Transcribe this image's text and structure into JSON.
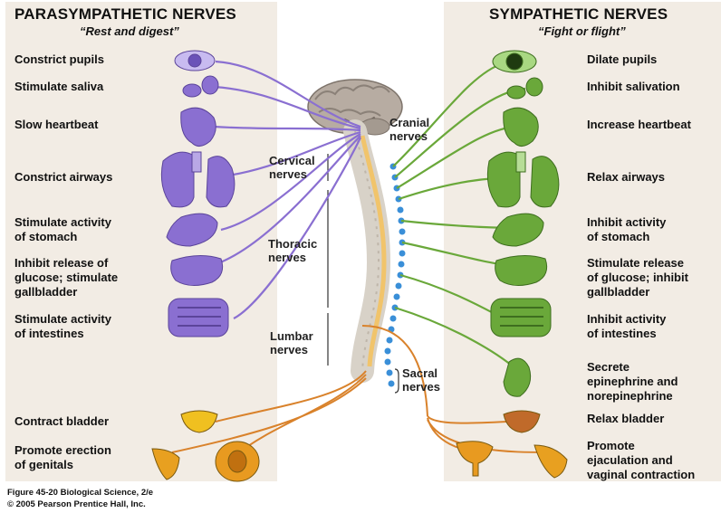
{
  "parasympathetic": {
    "title": "PARASYMPATHETIC NERVES",
    "subtitle": "“Rest and digest”",
    "effects": [
      "Constrict pupils",
      "Stimulate saliva",
      "Slow heartbeat",
      "Constrict airways",
      "Stimulate activity\nof stomach",
      "Inhibit release of\nglucose; stimulate\ngallbladder",
      "Stimulate activity\nof intestines",
      "Contract bladder",
      "Promote erection\nof genitals"
    ]
  },
  "sympathetic": {
    "title": "SYMPATHETIC NERVES",
    "subtitle": "“Fight or flight”",
    "effects": [
      "Dilate pupils",
      "Inhibit salivation",
      "Increase heartbeat",
      "Relax airways",
      "Inhibit activity\nof stomach",
      "Stimulate release\nof glucose; inhibit\ngallbladder",
      "Inhibit activity\nof intestines",
      "Secrete\nepinephrine and\nnorepinephrine",
      "Relax bladder",
      "Promote\nejaculation and\nvaginal contraction"
    ]
  },
  "nerve_regions": {
    "cranial": "Cranial\nnerves",
    "cervical": "Cervical\nnerves",
    "thoracic": "Thoracic\nnerves",
    "lumbar": "Lumbar\nnerves",
    "sacral": "Sacral\nnerves"
  },
  "caption": {
    "line1": "Figure 45-20  Biological Science, 2/e",
    "line2": "© 2005 Pearson Prentice Hall, Inc."
  },
  "colors": {
    "parasympathetic": "#8a6fd1",
    "sympathetic": "#6aa83a",
    "sacral": "#d9822b",
    "ganglia": "#3a8fd8",
    "panel": "#f2ece4"
  }
}
